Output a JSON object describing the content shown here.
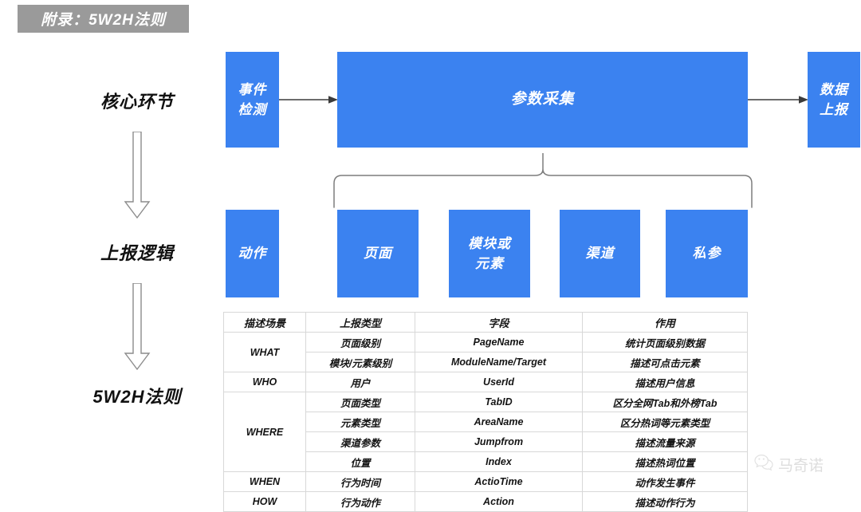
{
  "banner": {
    "title": "附录：5W2H法则",
    "bg_color": "#9a9a9a"
  },
  "theme": {
    "box_blue": "#3b82f0",
    "box_text": "#ffffff",
    "table_border": "#d8d8d8"
  },
  "stages": [
    {
      "label": "核心环节"
    },
    {
      "label": "上报逻辑"
    },
    {
      "label": "5W2H法则"
    }
  ],
  "flow": {
    "event_detect": "事件\n检测",
    "param_collect": "参数采集",
    "data_report": "数据\n上报"
  },
  "params": [
    {
      "label": "动作"
    },
    {
      "label": "页面"
    },
    {
      "label": "模块或\n元素"
    },
    {
      "label": "渠道"
    },
    {
      "label": "私参"
    }
  ],
  "table": {
    "headers": [
      "描述场景",
      "上报类型",
      "字段",
      "作用"
    ],
    "rows": [
      {
        "scene": "WHAT",
        "scene_rowspan": 2,
        "type": "页面级别",
        "field": "PageName",
        "purpose": "统计页面级别数据"
      },
      {
        "scene": null,
        "type": "模块/元素级别",
        "field": "ModuleName/Target",
        "purpose": "描述可点击元素"
      },
      {
        "scene": "WHO",
        "scene_rowspan": 1,
        "type": "用户",
        "field": "UserId",
        "purpose": "描述用户信息"
      },
      {
        "scene": "WHERE",
        "scene_rowspan": 4,
        "type": "页面类型",
        "field": "TabID",
        "purpose": "区分全网Tab和外榜Tab"
      },
      {
        "scene": null,
        "type": "元素类型",
        "field": "AreaName",
        "purpose": "区分热词等元素类型"
      },
      {
        "scene": null,
        "type": "渠道参数",
        "field": "Jumpfrom",
        "purpose": "描述流量来源"
      },
      {
        "scene": null,
        "type": "位置",
        "field": "Index",
        "purpose": "描述热词位置"
      },
      {
        "scene": "WHEN",
        "scene_rowspan": 1,
        "type": "行为时间",
        "field": "ActioTime",
        "purpose": "动作发生事件"
      },
      {
        "scene": "HOW",
        "scene_rowspan": 1,
        "type": "行为动作",
        "field": "Action",
        "purpose": "描述动作行为"
      }
    ]
  },
  "watermark": {
    "text": "马奇诺"
  }
}
